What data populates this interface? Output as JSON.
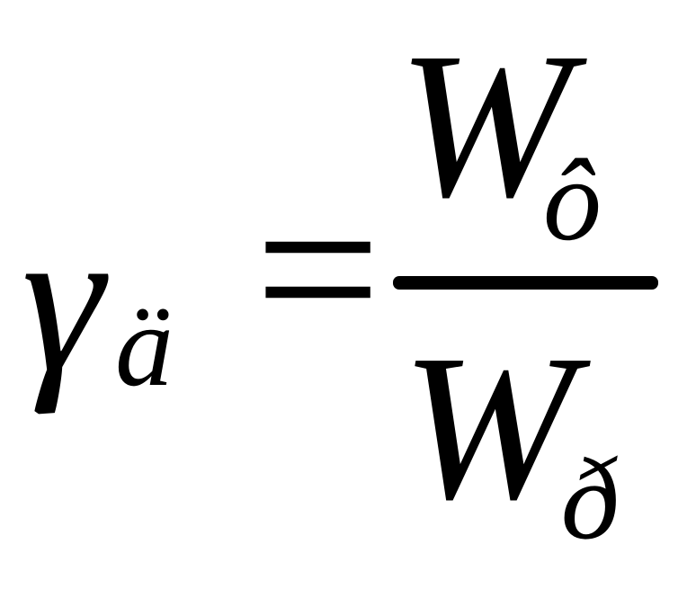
{
  "formula": {
    "lhs_symbol": "γ",
    "lhs_subscript": "ä",
    "operator": "=",
    "numerator_symbol": "W",
    "numerator_subscript": "ô",
    "denominator_symbol": "W",
    "denominator_subscript": "ð"
  }
}
